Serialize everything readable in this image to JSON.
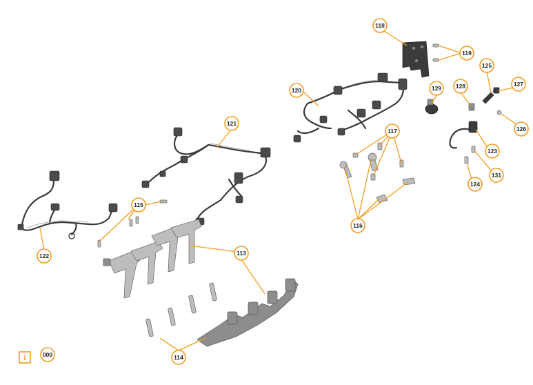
{
  "callouts": [
    {
      "id": "c000",
      "label": "000"
    },
    {
      "id": "c113",
      "label": "113"
    },
    {
      "id": "c114",
      "label": "114"
    },
    {
      "id": "c115",
      "label": "115"
    },
    {
      "id": "c116",
      "label": "116"
    },
    {
      "id": "c117",
      "label": "117"
    },
    {
      "id": "c118",
      "label": "118"
    },
    {
      "id": "c119",
      "label": "119"
    },
    {
      "id": "c120",
      "label": "120"
    },
    {
      "id": "c121",
      "label": "121"
    },
    {
      "id": "c122",
      "label": "122"
    },
    {
      "id": "c123",
      "label": "123"
    },
    {
      "id": "c124",
      "label": "124"
    },
    {
      "id": "c125",
      "label": "125"
    },
    {
      "id": "c126",
      "label": "126"
    },
    {
      "id": "c127",
      "label": "127"
    },
    {
      "id": "c128",
      "label": "128"
    },
    {
      "id": "c129",
      "label": "129"
    },
    {
      "id": "c131",
      "label": "131"
    }
  ],
  "info_icon": {
    "glyph": "i",
    "icon": "info-icon"
  },
  "colors": {
    "accent": "#f59a1b",
    "part_dark": "#3b3b3b",
    "part_light": "#bdbdbd",
    "background": "#ffffff"
  }
}
